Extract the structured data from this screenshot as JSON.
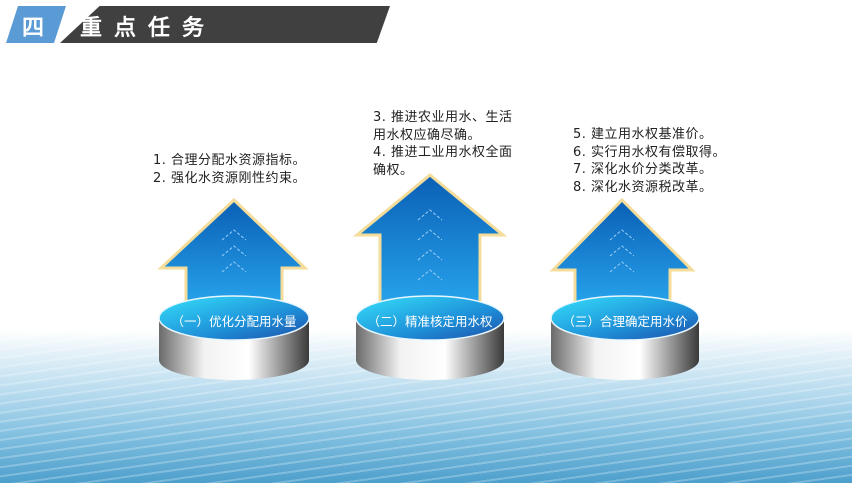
{
  "header": {
    "number": "四",
    "title": "重点任务"
  },
  "columns": [
    {
      "label": "（一）优化分配用水量",
      "items": [
        "1. 合理分配水资源指标。",
        "2. 强化水资源刚性约束。"
      ]
    },
    {
      "label": "（二）精准核定用水权",
      "items": [
        "3. 推进农业用水、生活",
        "用水权应确尽确。",
        "4. 推进工业用水权全面",
        "确权。"
      ]
    },
    {
      "label": "（三）合理确定用水价",
      "items": [
        "5. 建立用水权基准价。",
        "6. 实行用水权有偿取得。",
        "7. 深化水价分类改革。",
        "8. 深化水资源税改革。"
      ]
    }
  ],
  "colors": {
    "header_blue": "#5b9bd5",
    "header_dark": "#404040",
    "arrow": "#1a7fd6"
  }
}
